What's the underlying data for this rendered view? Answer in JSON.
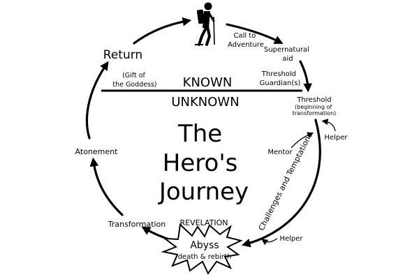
{
  "title": {
    "line1": "The",
    "line2": "Hero's",
    "line3": "Journey"
  },
  "divider": {
    "known": "KNOWN",
    "unknown": "UNKNOWN"
  },
  "stages": {
    "call_to_adventure": {
      "line1": "Call to",
      "line2": "Adventure"
    },
    "supernatural_aid": {
      "line1": "Supernatural",
      "line2": "aid"
    },
    "threshold_guardians": {
      "line1": "Threshold",
      "line2": "Guardian(s)"
    },
    "threshold": {
      "title": "Threshold",
      "line1": "(beginning of",
      "line2": "transformation)"
    },
    "challenges": "Challenges and Temptations",
    "mentor": "Mentor",
    "helper_upper": "Helper",
    "helper_lower": "Helper",
    "revelation": "REVELATION",
    "abyss": {
      "title": "Abyss",
      "subtitle": "death & rebirth"
    },
    "transformation": "Transformation",
    "atonement": "Atonement",
    "return": "Return",
    "gift": {
      "line1": "(Gift of",
      "line2": "the Goddess)"
    }
  },
  "icons": {
    "hero": "hiker-icon",
    "abyss": "starburst-icon"
  },
  "colors": {
    "ink": "#000000",
    "background": "#ffffff"
  }
}
